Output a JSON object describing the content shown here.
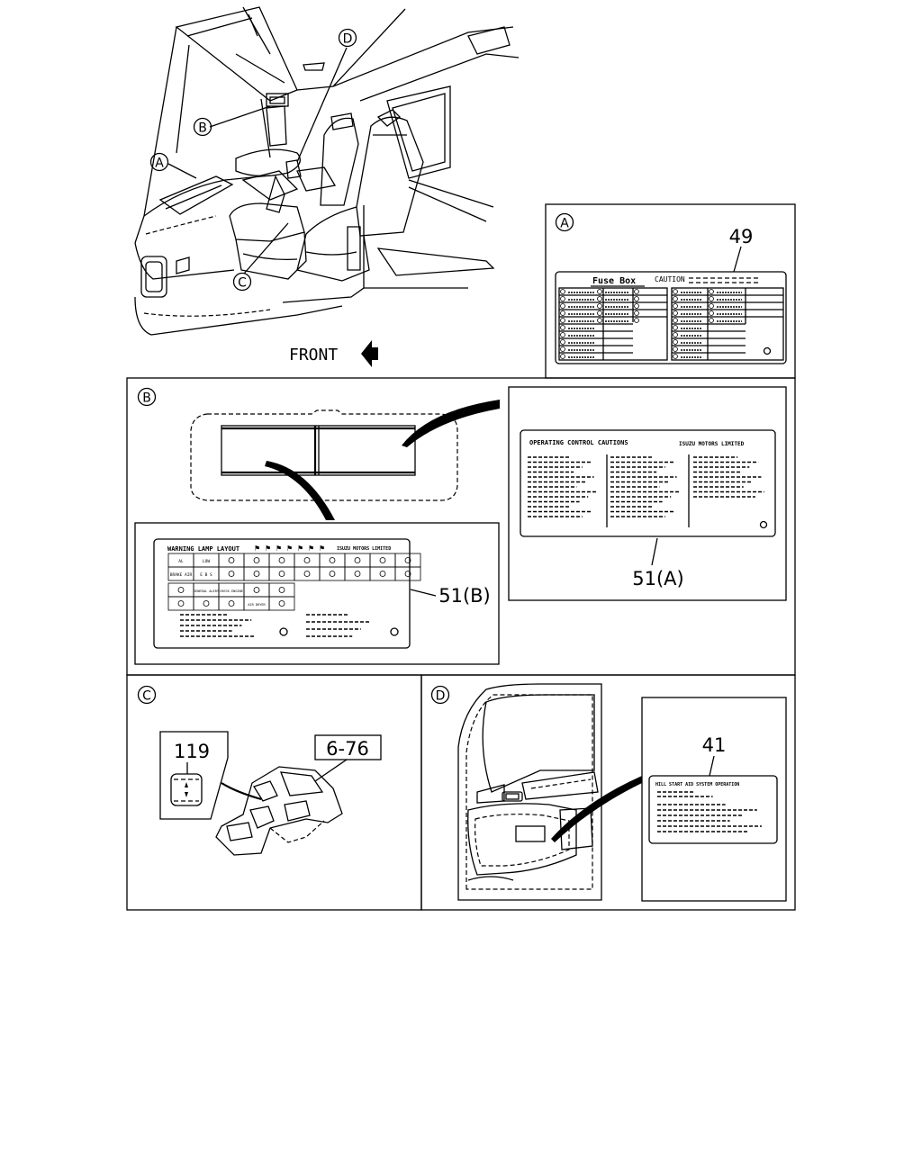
{
  "front_label": "FRONT",
  "callouts": {
    "a": "A",
    "b": "B",
    "c": "C",
    "d": "D"
  },
  "panel_a": {
    "letter": "A",
    "part_number": "49",
    "label_title": "Fuse Box",
    "label_caution": "CAUTION"
  },
  "panel_b": {
    "letter": "B",
    "part_51a": "51(A)",
    "part_51b": "51(B)",
    "occ_title": "OPERATING CONTROL CAUTIONS",
    "occ_maker": "ISUZU MOTORS LIMITED",
    "wll_title": "WARNING LAMP LAYOUT",
    "wll_maker": "ISUZU MOTORS LIMITED",
    "lamps_row1": [
      "AL",
      "LOW",
      "",
      "",
      "",
      "",
      "",
      "",
      "",
      ""
    ],
    "lamps_row2": [
      "BRAKE AIR",
      "E B S",
      "",
      "",
      "",
      "",
      "",
      "",
      "",
      ""
    ],
    "lamps_row3": [
      "",
      "GENERAL ALERT",
      "CHECK ENGINE",
      "",
      ""
    ],
    "lamps_row4": [
      "",
      "",
      "",
      "AIR DRYER",
      ""
    ]
  },
  "panel_c": {
    "letter": "C",
    "part_119": "119",
    "part_676": "6-76"
  },
  "panel_d": {
    "letter": "D",
    "part_number": "41",
    "label_title": "HILL START AID SYSTEM OPERATION"
  }
}
